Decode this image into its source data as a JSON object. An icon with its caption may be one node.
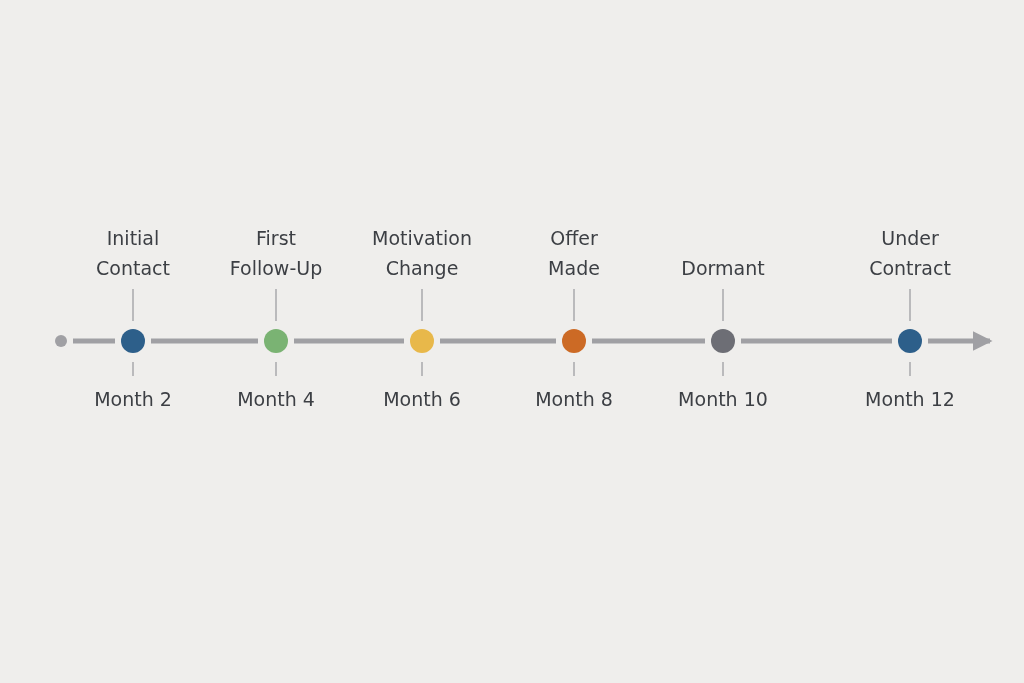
{
  "diagram": {
    "nodes": [
      {
        "text": [],
        "shape": "circle"
      },
      {
        "text": [],
        "shape": "circle",
        "beside": [
          "Initial Contact",
          "Month 2"
        ]
      },
      {
        "text": [],
        "shape": "circle",
        "beside": [
          "First Follow-Up",
          "Month 4"
        ]
      },
      {
        "text": [],
        "shape": "circle",
        "beside": [
          "Motivation Change",
          "Month 6"
        ]
      },
      {
        "text": [],
        "shape": "circle",
        "beside": [
          "Offer Made",
          "Month 8"
        ]
      },
      {
        "text": [],
        "shape": "circle",
        "beside": [
          "Dormant",
          "Month 10"
        ]
      },
      {
        "text": [],
        "shape": "circle",
        "beside": [
          "Under Contract",
          "Month 12"
        ]
      }
    ],
    "edges": [
      {
        "from": 0,
        "to": 1,
        "arrow": "none"
      },
      {
        "from": 1,
        "to": 2,
        "arrow": "none"
      },
      {
        "from": 2,
        "to": 3,
        "arrow": "none"
      },
      {
        "from": 3,
        "to": 4,
        "arrow": "none"
      },
      {
        "from": 4,
        "to": 5,
        "arrow": "none"
      },
      {
        "from": 5,
        "to": 6,
        "arrow": "none"
      },
      {
        "from": 6,
        "to": null,
        "arrow": "to"
      }
    ]
  }
}
